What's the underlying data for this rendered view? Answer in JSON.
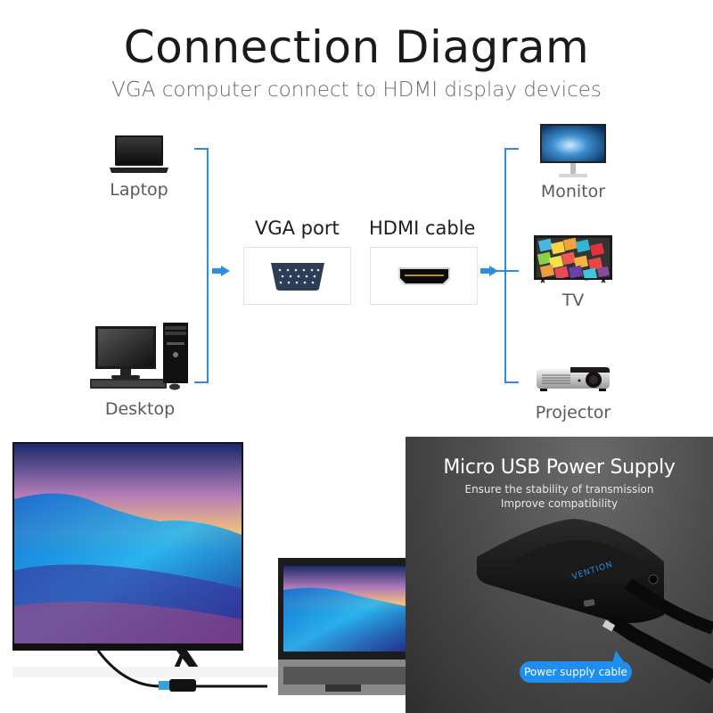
{
  "header": {
    "title": "Connection Diagram",
    "subtitle": "VGA computer connect to HDMI display devices"
  },
  "sources": [
    {
      "label": "Laptop",
      "icon": "laptop-icon"
    },
    {
      "label": "Desktop",
      "icon": "desktop-computer-icon"
    }
  ],
  "adapter": {
    "input": {
      "label": "VGA port",
      "icon": "vga-port-icon"
    },
    "output": {
      "label": "HDMI cable",
      "icon": "hdmi-port-icon"
    }
  },
  "displays": [
    {
      "label": "Monitor",
      "icon": "monitor-icon"
    },
    {
      "label": "TV",
      "icon": "tv-icon"
    },
    {
      "label": "Projector",
      "icon": "projector-icon"
    }
  ],
  "power_panel": {
    "title": "Micro USB Power Supply",
    "lines": [
      "Ensure the stability of transmission",
      "Improve compatibility"
    ],
    "callout": "Power supply cable",
    "brand": "VENTION"
  },
  "colors": {
    "accent": "#2a8fe0",
    "callout": "#1e8ff0",
    "dark_panel": "#4e4e4e"
  }
}
